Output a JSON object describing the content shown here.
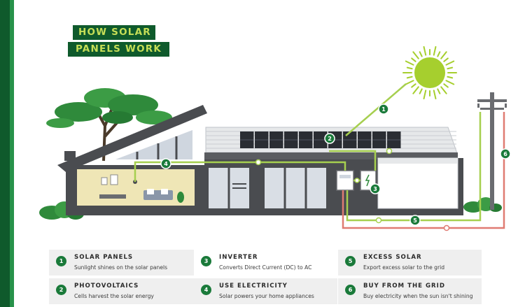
{
  "title": {
    "line1": "HOW SOLAR",
    "line2": "PANELS WORK"
  },
  "colors": {
    "dark_green": "#0f5a2c",
    "mid_green": "#1a7a3a",
    "flow_green": "#a6cf4f",
    "grid_red": "#e07b72",
    "sun": "#a6cf2e",
    "house_dark": "#4a4c50"
  },
  "diagram": {
    "markers": [
      {
        "n": "1"
      },
      {
        "n": "2"
      },
      {
        "n": "3"
      },
      {
        "n": "4"
      },
      {
        "n": "5"
      },
      {
        "n": "6"
      }
    ]
  },
  "legend": [
    {
      "n": "1",
      "heading": "SOLAR PANELS",
      "desc": "Sunlight shines on the solar panels"
    },
    {
      "n": "2",
      "heading": "PHOTOVOLTAICS",
      "desc": "Cells harvest the solar energy"
    },
    {
      "n": "3",
      "heading": "INVERTER",
      "desc": "Converts Direct Current (DC) to AC"
    },
    {
      "n": "4",
      "heading": "USE ELECTRICITY",
      "desc": "Solar powers your home appliances"
    },
    {
      "n": "5",
      "heading": "EXCESS SOLAR",
      "desc": "Export excess solar to the grid"
    },
    {
      "n": "6",
      "heading": "BUY FROM THE GRID",
      "desc": "Buy electricity when the sun isn't shining"
    }
  ]
}
